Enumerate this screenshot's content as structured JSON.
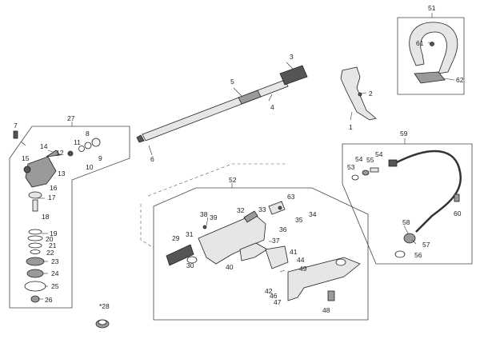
{
  "labels": {
    "p1": "1",
    "p2": "2",
    "p3": "3",
    "p4": "4",
    "p5": "5",
    "p6": "6",
    "p7": "7",
    "p8": "8",
    "p9": "9",
    "p10": "10",
    "p11": "11",
    "p12": "12",
    "p13": "13",
    "p14": "14",
    "p15": "15",
    "p16": "16",
    "p17": "17",
    "p18": "18",
    "p19": "19",
    "p20": "20",
    "p21": "21",
    "p22": "22",
    "p23": "23",
    "p24": "24",
    "p25": "25",
    "p26": "26",
    "p27": "27",
    "p28": "*28",
    "p29": "29",
    "p30": "30",
    "p31": "31",
    "p32": "32",
    "p33": "33",
    "p34": "34",
    "p35": "35",
    "p36": "36",
    "p37": "37",
    "p38": "38",
    "p39": "39",
    "p40": "40",
    "p41": "41",
    "p42": "42",
    "p44": "44",
    "p46": "46",
    "p47": "47",
    "p48": "48",
    "p49": "49",
    "p51": "51",
    "p52": "52",
    "p53": "53",
    "p54a": "54",
    "p54b": "54",
    "p55": "55",
    "p56": "56",
    "p57": "57",
    "p58": "58",
    "p59": "59",
    "p60": "60",
    "p61": "61",
    "p62": "62",
    "p63": "63"
  }
}
